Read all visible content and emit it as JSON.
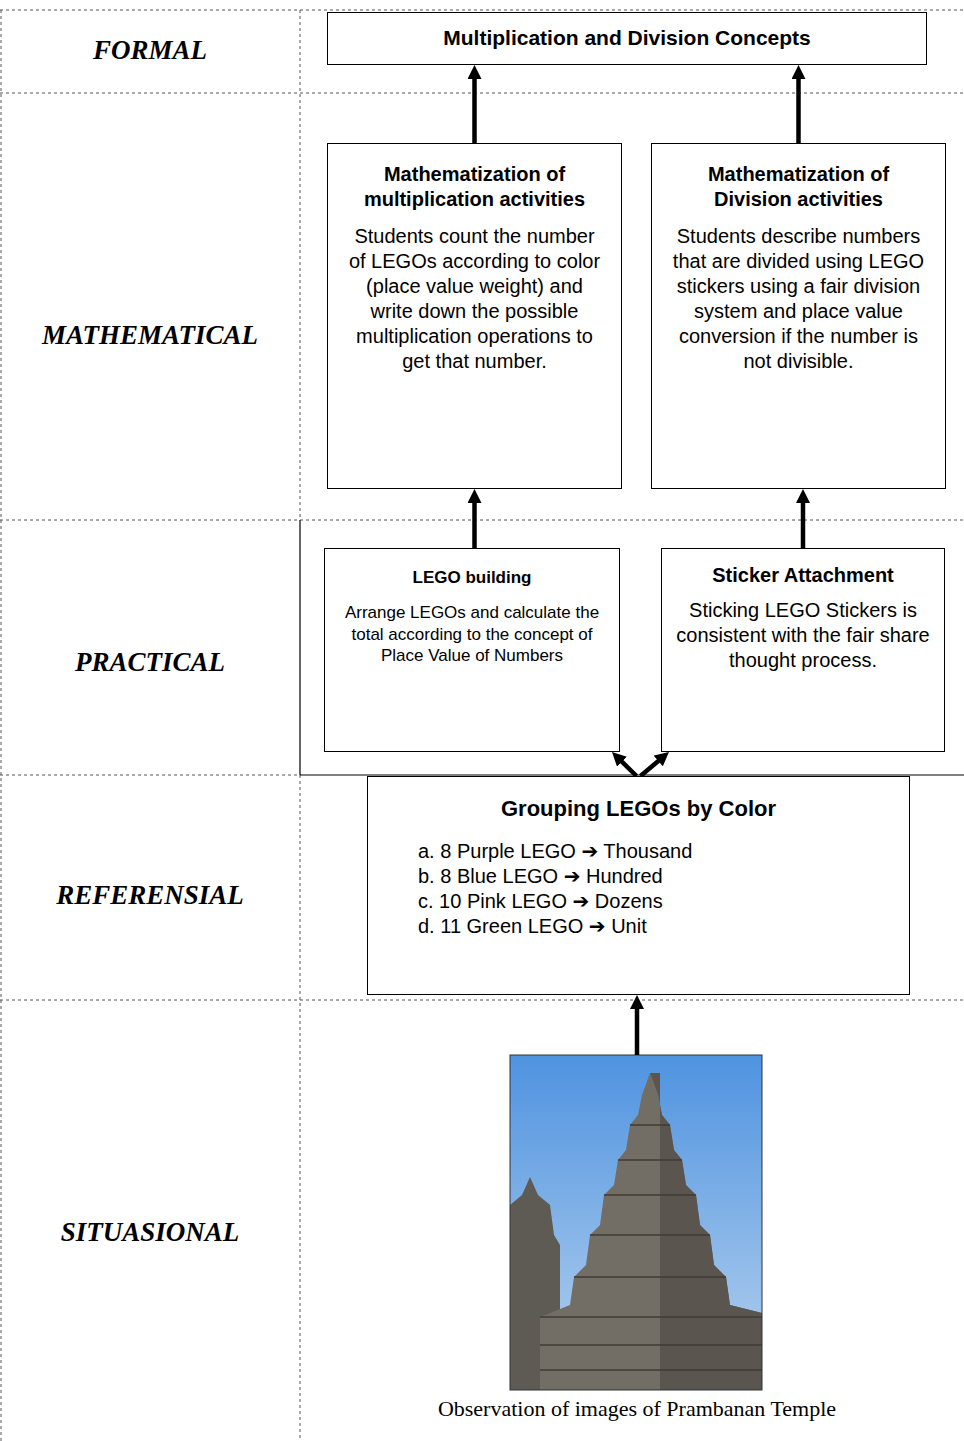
{
  "diagram": {
    "nodes": [
      {
        "text": [
          "Multiplication and Division Concepts"
        ]
      },
      {
        "text": [
          "Mathematization of multiplication activities",
          "Students count the number of LEGOs according to color (place value weight) and write down the possible multiplication operations to get that number."
        ]
      },
      {
        "text": [
          "Mathematization of Division activities",
          "Students describe numbers that are divided using LEGO stickers using a fair division system and place value conversion if the number is not divisible."
        ]
      },
      {
        "text": [
          "LEGO building",
          "Arrange LEGOs and calculate the total according to the concept of Place Value of Numbers"
        ]
      },
      {
        "text": [
          "Sticker Attachment",
          "Sticking LEGO Stickers is consistent with the fair share thought process."
        ]
      },
      {
        "text": [
          "Grouping LEGOs by Color",
          "a. 8 Purple LEGO ➔ Thousand",
          "b. 8 Blue LEGO ➔ Hundred",
          "c. 10 Pink LEGO ➔ Dozens",
          "d. 11 Green LEGO ➔ Unit"
        ]
      },
      {
        "text": [
          "Observation of images of Prambanan Temple"
        ]
      }
    ],
    "edges": [
      {
        "from": 6,
        "to": 5,
        "arrow": "to"
      },
      {
        "from": 5,
        "to": 3,
        "arrow": "to"
      },
      {
        "from": 5,
        "to": 4,
        "arrow": "to"
      },
      {
        "from": 3,
        "to": 1,
        "arrow": "to"
      },
      {
        "from": 4,
        "to": 2,
        "arrow": "to"
      },
      {
        "from": 1,
        "to": 0,
        "arrow": "to"
      },
      {
        "from": 2,
        "to": 0,
        "arrow": "to"
      }
    ],
    "labels": [
      "FORMAL",
      "MATHEMATICAL",
      "PRACTICAL",
      "REFERENSIAL",
      "SITUASIONAL"
    ]
  }
}
